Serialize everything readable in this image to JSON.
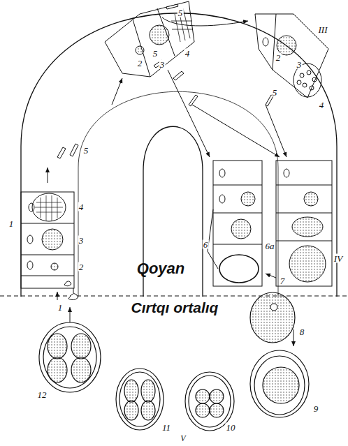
{
  "diagram": {
    "labels": [
      "Qoyan",
      "Cırtqı ortalıq",
      "2",
      "3",
      "4",
      "5",
      "5",
      "5",
      "5",
      "III",
      "2",
      "3",
      "4",
      "1",
      "4",
      "3",
      "2",
      "1",
      "6",
      "6a",
      "IV",
      "7",
      "8",
      "9",
      "10",
      "11",
      "12",
      "V"
    ]
  }
}
